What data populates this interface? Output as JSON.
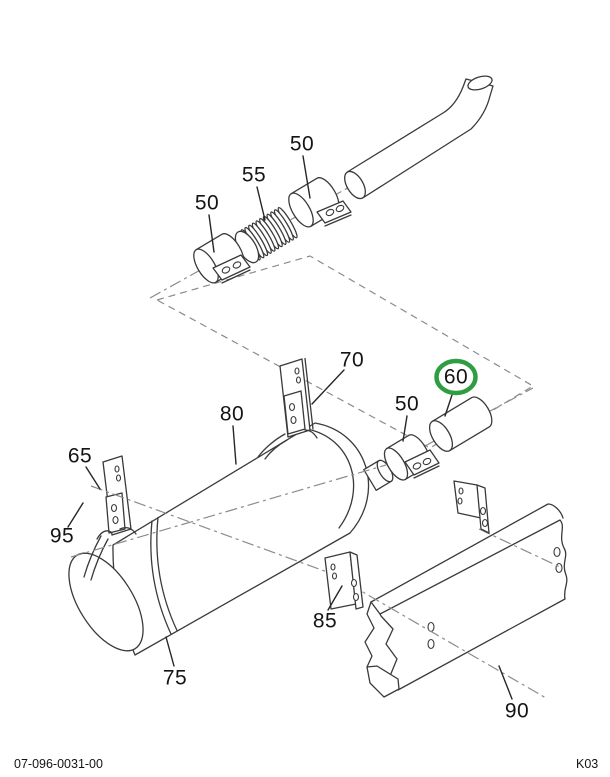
{
  "diagram": {
    "description": "Exploded parts view of truck exhaust system: tail pipe, clamps, flex coupling, muffler with hanger brackets and straps, inlet pipe, frame brackets and frame rail",
    "highlighted_part": "60",
    "callouts": [
      {
        "label": "50",
        "part": "clamp-tailpipe-front"
      },
      {
        "label": "55",
        "part": "flex-coupling"
      },
      {
        "label": "50",
        "part": "clamp-tailpipe-rear"
      },
      {
        "label": "70",
        "part": "hanger-bracket-top"
      },
      {
        "label": "80",
        "part": "muffler-body"
      },
      {
        "label": "65",
        "part": "hanger-bracket-left"
      },
      {
        "label": "95",
        "part": "muffler-strap"
      },
      {
        "label": "75",
        "part": "muffler-end-cap"
      },
      {
        "label": "85",
        "part": "frame-bracket"
      },
      {
        "label": "90",
        "part": "frame-rail"
      },
      {
        "label": "50",
        "part": "clamp-outlet"
      },
      {
        "label": "60",
        "part": "inlet-pipe",
        "highlighted": true
      }
    ]
  },
  "footer": {
    "drawing_number": "07-096-0031-00",
    "page_code": "K03"
  },
  "colors": {
    "highlight_circle": "#2f9e42",
    "line": "#3a3a3a",
    "dashed_line": "#8c8c8c",
    "leader_line": "#262626",
    "label_text": "#141414",
    "background": "#ffffff"
  }
}
